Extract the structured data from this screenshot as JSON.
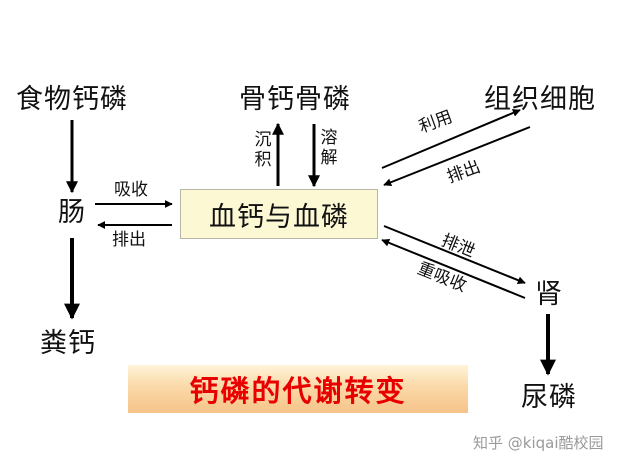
{
  "nodes": {
    "food": "食物钙磷",
    "bone": "骨钙骨磷",
    "tissue": "组织细胞",
    "intestine": "肠",
    "blood": "血钙与血磷",
    "kidney": "肾",
    "feces": "粪钙",
    "urine": "尿磷"
  },
  "edge_labels": {
    "absorb": "吸收",
    "excrete_intestine": "排出",
    "deposit": "沉积",
    "dissolve": "溶解",
    "utilize": "利用",
    "excrete_tissue": "排出",
    "excrete_kidney": "排泄",
    "reabsorb": "重吸收"
  },
  "title": "钙磷的代谢转变",
  "watermark": "知乎 @kiqai酷校园",
  "colors": {
    "title_text": "#e80000",
    "center_box_fill": "#fcf8d4",
    "arrows": "#000000"
  }
}
